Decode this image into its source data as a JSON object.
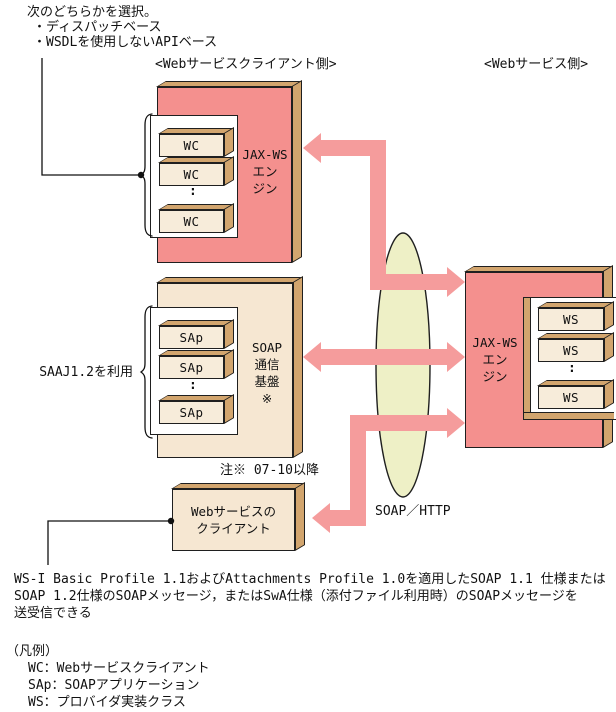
{
  "colors": {
    "block_pink": "#f4908e",
    "block_beige": "#f6e7d2",
    "box_face": "#f7ecda",
    "edge_tan": "#d2a56e",
    "arrow_pink": "#f59c9c",
    "ellipse_fill": "#eef0c6",
    "outline": "#1f1f1f"
  },
  "annotations": {
    "select_note_line1": "次のどちらかを選択。",
    "select_note_line2": "・ディスパッチベース",
    "select_note_line3": "・WSDLを使用しないAPIベース",
    "saaj_note": "SAAJ1.2を利用",
    "soap_base_note": "注※ 07-10以降",
    "soap_http_label": "SOAP／HTTP",
    "bottom_note_line1": "WS-I Basic Profile 1.1およびAttachments Profile 1.0を適用したSOAP 1.1 仕様または",
    "bottom_note_line2": "SOAP 1.2仕様のSOAPメッセージ，またはSwA仕様（添付ファイル利用時）のSOAPメッセージを",
    "bottom_note_line3": "送受信できる"
  },
  "headers": {
    "client_side": "<Webサービスクライアント側>",
    "service_side": "<Webサービス側>"
  },
  "client_side": {
    "jaxws_engine_label": "JAX-WS\nエン\nジン",
    "wc_boxes": [
      "WC",
      "WC",
      "WC"
    ],
    "wc_ellipsis": ":",
    "soap_block_label": "SOAP\n通信\n基盤\n※",
    "sap_boxes": [
      "SAp",
      "SAp",
      "SAp"
    ],
    "sap_ellipsis": ":",
    "ws_client_box_label": "Webサービスの\nクライアント"
  },
  "service_side": {
    "jaxws_engine_label": "JAX-WS\nエン\nジン",
    "ws_boxes": [
      "WS",
      "WS",
      "WS"
    ],
    "ws_ellipsis": ":"
  },
  "legend": {
    "title": "（凡例）",
    "items": [
      "WC：Webサービスクライアント",
      "SAp：SOAPアプリケーション",
      "WS：プロバイダ実装クラス"
    ]
  }
}
